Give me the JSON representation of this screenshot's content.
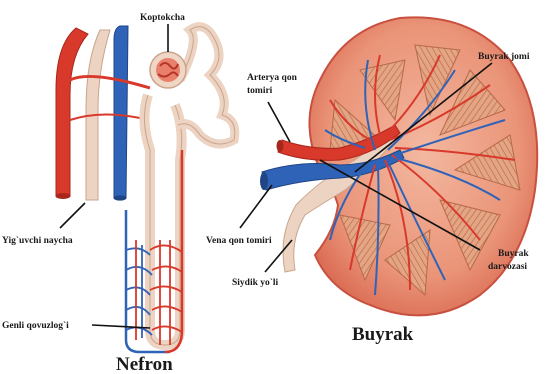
{
  "labels": {
    "koptokcha": "Koptokcha",
    "arterya_line1": "Arterya qon",
    "arterya_line2": "tomiri",
    "buyrak_jomi": "Buyrak jomi",
    "yiguvchi_naycha": "Yig`uvchi naycha",
    "vena_qon_tomiri": "Vena qon tomiri",
    "siydik_yoli": "Siydik yo`li",
    "darvoza_line1": "Buyrak",
    "darvoza_line2": "darvozasi",
    "genli_qovuzlogi": "Genli qovuzlog`i"
  },
  "titles": {
    "nefron": "Nefron",
    "buyrak": "Buyrak"
  },
  "colors": {
    "artery": "#d8392b",
    "vein": "#2f63b8",
    "tubule": "#e9cdbb",
    "kidney_tissue": "#e98a6f",
    "pyramid": "#d78a66",
    "cortex_edge": "#c9503f"
  }
}
